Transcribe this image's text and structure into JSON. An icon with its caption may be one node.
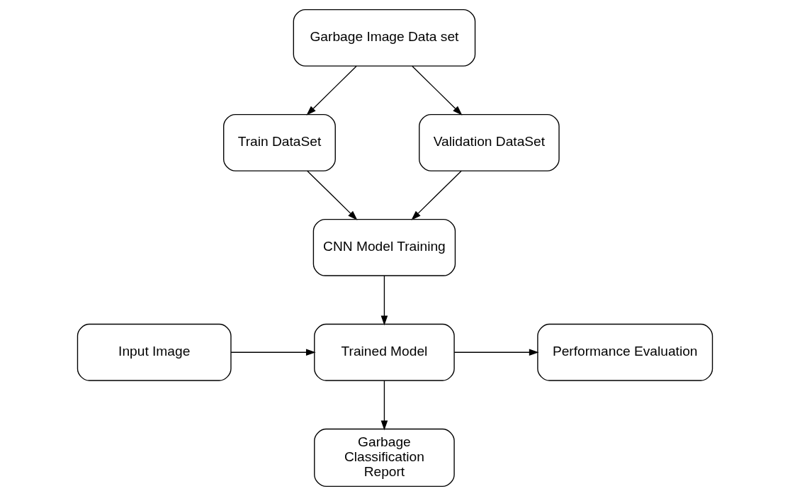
{
  "diagram": {
    "nodes": [
      {
        "text": [
          "Garbage Image Data set"
        ]
      },
      {
        "text": [
          "Train DataSet"
        ]
      },
      {
        "text": [
          "Validation DataSet"
        ]
      },
      {
        "text": [
          "CNN Model Training"
        ]
      },
      {
        "text": [
          "Input Image"
        ]
      },
      {
        "text": [
          "Trained Model"
        ]
      },
      {
        "text": [
          "Performance Evaluation"
        ]
      },
      {
        "text": [
          "Garbage Classification Report"
        ]
      }
    ],
    "edges": [
      {
        "from": 0,
        "to": 1,
        "arrow": "to"
      },
      {
        "from": 0,
        "to": 2,
        "arrow": "to"
      },
      {
        "from": 1,
        "to": 3,
        "arrow": "to"
      },
      {
        "from": 2,
        "to": 3,
        "arrow": "to"
      },
      {
        "from": 3,
        "to": 5,
        "arrow": "to"
      },
      {
        "from": 4,
        "to": 5,
        "arrow": "to"
      },
      {
        "from": 5,
        "to": 6,
        "arrow": "to"
      },
      {
        "from": 5,
        "to": 7,
        "arrow": "to"
      }
    ]
  }
}
